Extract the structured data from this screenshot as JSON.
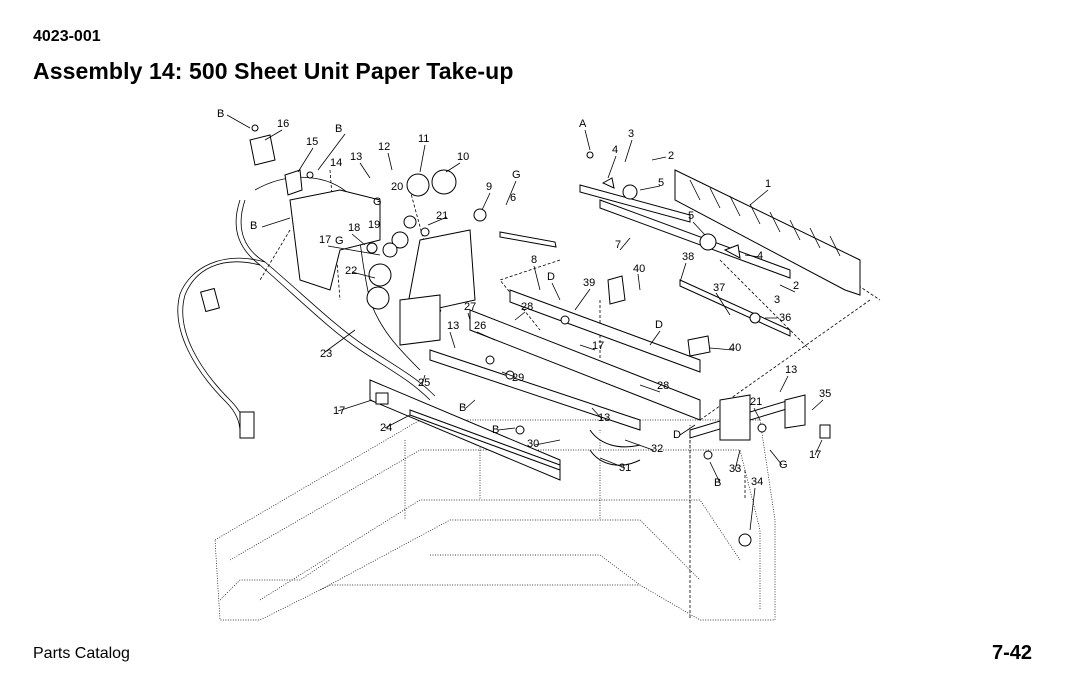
{
  "header": {
    "model": "4023-001",
    "title": "Assembly 14:  500 Sheet Unit Paper Take-up"
  },
  "footer": {
    "left": "Parts Catalog",
    "page": "7-42"
  },
  "diagram": {
    "callouts": [
      "B",
      "16",
      "15",
      "B",
      "12",
      "13",
      "11",
      "14",
      "10",
      "20",
      "G",
      "9",
      "G",
      "6",
      "21",
      "19",
      "B",
      "18",
      "17",
      "G",
      "22",
      "A",
      "3",
      "4",
      "2",
      "5",
      "1",
      "5",
      "7",
      "4",
      "8",
      "40",
      "38",
      "D",
      "39",
      "2",
      "37",
      "3",
      "36",
      "27",
      "28",
      "26",
      "13",
      "D",
      "17",
      "40",
      "23",
      "25",
      "29",
      "28",
      "17",
      "B",
      "13",
      "13",
      "35",
      "21",
      "B",
      "D",
      "24",
      "30",
      "32",
      "G",
      "17",
      "31",
      "33",
      "B",
      "34"
    ]
  }
}
